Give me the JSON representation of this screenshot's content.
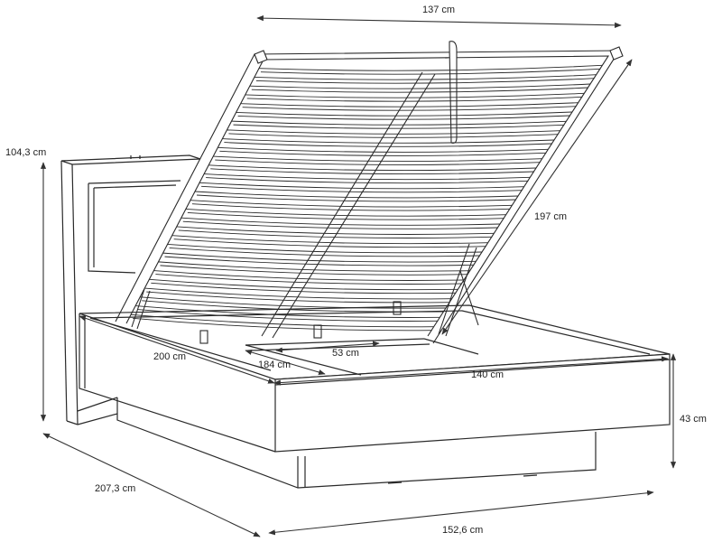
{
  "dimensions": {
    "top_width": "137 cm",
    "frame_length": "197 cm",
    "headboard_height": "104,3 cm",
    "side_length_inner": "200 cm",
    "storage_length": "184 cm",
    "divider_gap": "53 cm",
    "inner_width": "140 cm",
    "bed_height": "43 cm",
    "overall_length": "207,3 cm",
    "overall_width": "152,6 cm"
  },
  "colors": {
    "line": "#2a2a2a",
    "dim_line": "#333333",
    "background": "#ffffff"
  }
}
